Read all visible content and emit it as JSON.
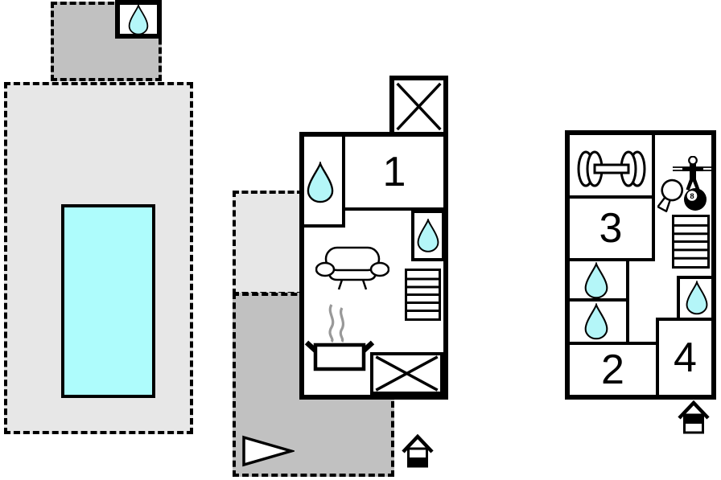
{
  "page": {
    "type": "holiday-home-floor-plan",
    "background": "#ffffff"
  },
  "colors": {
    "terrace_light": "#e7e7e7",
    "terrace_dark": "#c1c1c1",
    "water_drop": "#b4f6f8",
    "pool_water": "#aefcfc",
    "wall": "#000000",
    "steam": "#999999"
  },
  "labels": {
    "room1": "1",
    "room2": "2",
    "room3": "3",
    "room4": "4",
    "billiard_ball": "8"
  },
  "areas": {
    "outdoor_left": {
      "features": [
        "outdoor-shower",
        "swimming-pool"
      ],
      "style": "dashed-terrace"
    },
    "ground_floor": {
      "rooms": [
        {
          "label": "1"
        }
      ],
      "features": [
        "shower",
        "shower",
        "sofa",
        "stove",
        "stairs",
        "cross-void",
        "cross-void",
        "entrance-arrow"
      ],
      "level_indicator": "house-ground-floor-highlighted"
    },
    "upper_floor": {
      "rooms": [
        {
          "label": "2"
        },
        {
          "label": "3"
        },
        {
          "label": "4"
        }
      ],
      "features": [
        "dumbbell",
        "foosball",
        "table-tennis",
        "billiards",
        "stairs",
        "shower",
        "shower",
        "shower"
      ],
      "level_indicator": "house-upper-floor-highlighted"
    }
  }
}
